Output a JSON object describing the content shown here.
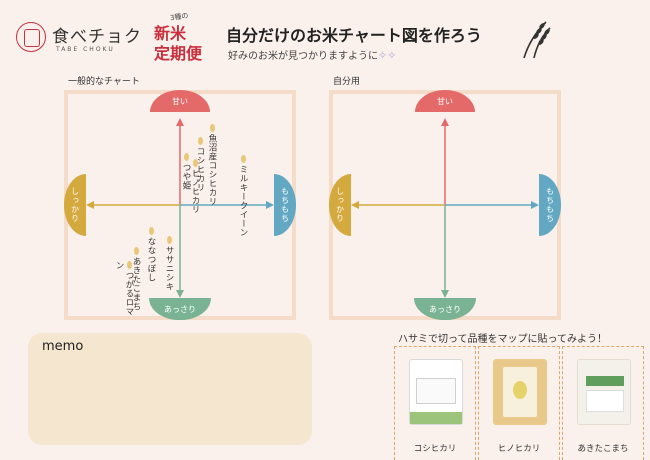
{
  "brand": {
    "name_jp": "食べチョク",
    "name_en": "TABE CHOKU"
  },
  "badge": {
    "sub": "3種の",
    "line1": "新米",
    "line2": "定期便"
  },
  "header": {
    "title": "自分だけのお米チャート図を作ろう",
    "subtitle": "好みのお米が見つかりますように",
    "sparkle": "✧✧"
  },
  "chart_general": {
    "label": "一般的なチャート",
    "axes": {
      "top": "甘い",
      "bottom": "あっさり",
      "left": "しっかり",
      "right": "もちもち"
    },
    "varieties": [
      {
        "name": "魚沼産コシヒカリ",
        "sweet": 0.85,
        "mochi": 0.35
      },
      {
        "name": "コシヒカリ",
        "sweet": 0.7,
        "mochi": 0.22
      },
      {
        "name": "つや姫",
        "sweet": 0.52,
        "mochi": 0.07
      },
      {
        "name": "ヒノヒカリ",
        "sweet": 0.45,
        "mochi": 0.16
      },
      {
        "name": "ミルキークイーン",
        "sweet": 0.5,
        "mochi": 0.68
      },
      {
        "name": "ななつぼし",
        "sweet": -0.32,
        "mochi": -0.32
      },
      {
        "name": "ササニシキ",
        "sweet": -0.42,
        "mochi": -0.12
      },
      {
        "name": "あきたこまち",
        "sweet": -0.55,
        "mochi": -0.48
      },
      {
        "name": "つがるロマン",
        "sweet": -0.7,
        "mochi": -0.66
      }
    ]
  },
  "chart_own": {
    "label": "自分用",
    "axes": {
      "top": "甘い",
      "bottom": "あっさり",
      "left": "しっかり",
      "right": "もちもち"
    }
  },
  "memo": {
    "title": "memo"
  },
  "cutout": {
    "title": "ハサミで切って品種をマップに貼ってみよう！",
    "products": [
      {
        "name": "コシヒカリ",
        "color": "#ffffff"
      },
      {
        "name": "ヒノヒカリ",
        "color": "#e9c98a"
      },
      {
        "name": "あきたこまち",
        "color": "#f4f1ea"
      }
    ]
  },
  "colors": {
    "sweet": "#e46a6a",
    "light": "#7ab394",
    "firm": "#d4a93d",
    "mochi": "#62a8c3",
    "accent": "#c9303e",
    "panel_border": "#f5dcc8"
  }
}
